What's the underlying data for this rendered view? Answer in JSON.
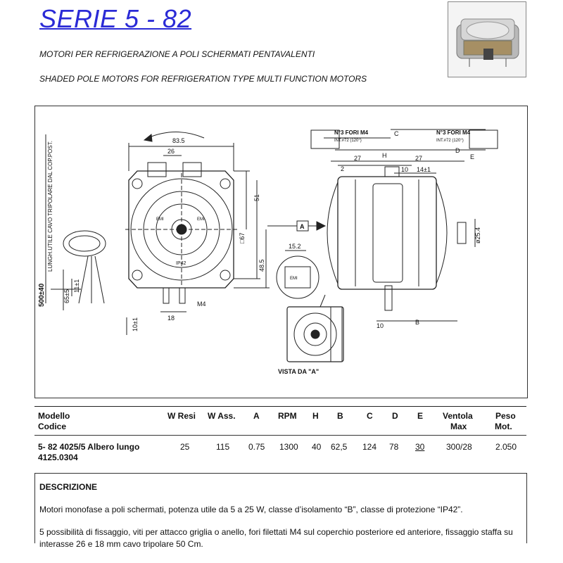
{
  "header": {
    "title": "SERIE 5 - 82",
    "subtitle_it": "MOTORI PER REFRIGERAZIONE A POLI SCHERMATI PENTAVALENTI",
    "subtitle_en": "SHADED POLE MOTORS FOR REFRIGERATION TYPE MULTI FUNCTION MOTORS"
  },
  "drawing": {
    "dims_left": {
      "w_total": "83.5",
      "w_inner": "26",
      "h_51": "51",
      "d_67": "□67",
      "h_48_5": "48.5",
      "m4": "M4",
      "w_18": "18",
      "h_10": "10±1",
      "h_11": "11±1",
      "h_65": "65±5",
      "cable": "500±40",
      "cable_note": "LUNGH.UTILE CAVO TRIPOLARE DAL COP.POST."
    },
    "dims_right": {
      "holes_left": "N°3 FORI M4",
      "int_left": "INT.#72 (120°)",
      "holes_right": "N°3 FORI M4",
      "int_right": "INT.#72 (120°)",
      "c": "C",
      "h": "H",
      "d": "D",
      "e": "E",
      "b": "B",
      "w27a": "27",
      "w27b": "27",
      "w2": "2",
      "w10": "10",
      "w14": "14±1",
      "d25": "ø25.4",
      "w10b": "10",
      "arrow_a": "A"
    },
    "dims_detail": {
      "w15": "15.2",
      "view": "VISTA DA \"A\""
    },
    "labels": {
      "label1": "EMI",
      "label2": "EMI",
      "label3": "EMI",
      "ip": "IP42"
    }
  },
  "table": {
    "headers": {
      "modello": "Modello",
      "codice": "Codice",
      "w_resi": "W Resi",
      "w_ass": "W Ass.",
      "a": "A",
      "rpm": "RPM",
      "h": "H",
      "b": "B",
      "c": "C",
      "d": "D",
      "e": "E",
      "ventola": "Ventola",
      "ventola2": "Max",
      "peso": "Peso",
      "peso2": "Mot."
    },
    "row": {
      "modello": "5- 82 4025/5 Albero lungo",
      "codice": "4125.0304",
      "w_resi": "25",
      "w_ass": "115",
      "a": "0.75",
      "rpm": "1300",
      "h": "40",
      "b": "62,5",
      "c": "124",
      "d": "78",
      "e": "30",
      "ventola": "300/28",
      "peso": "2.050"
    }
  },
  "description": {
    "title": "DESCRIZIONE",
    "p1": "Motori monofase a poli schermati, potenza utile da 5 a 25 W, classe d’isolamento “B”, classe di protezione “IP42”.",
    "p2": "5 possibilità di fissaggio, viti per attacco griglia o anello, fori filettati M4 sul coperchio posteriore ed anteriore, fissaggio staffa su interasse 26 e 18 mm cavo tripolare 50 Cm."
  }
}
